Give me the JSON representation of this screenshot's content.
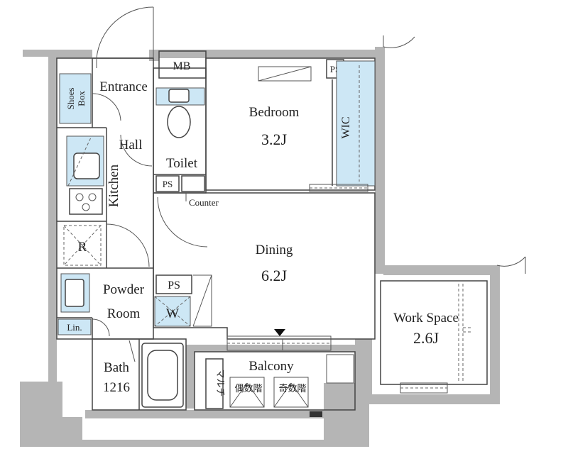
{
  "rooms": {
    "mb": "MB",
    "ps_top": "PS",
    "shoes_box_line1": "Shoes",
    "shoes_box_line2": "Box",
    "entrance": "Entrance",
    "hall": "Hall",
    "kitchen": "Kitchen",
    "toilet": "Toilet",
    "ps_toilet": "PS",
    "counter": "Counter",
    "bedroom": "Bedroom",
    "bedroom_size": "3.2J",
    "wic": "WIC",
    "refrigerator": "R",
    "dining": "Dining",
    "dining_size": "6.2J",
    "powder_room_line1": "Powder",
    "powder_room_line2": "Room",
    "ps_powder": "PS",
    "washer": "W",
    "linen": "Lin.",
    "bath_line1": "Bath",
    "bath_line2": "1216",
    "balcony": "Balcony",
    "multi": "マルチ",
    "even_floors": "偶数階",
    "odd_floors": "奇数階",
    "work_space": "Work Space",
    "work_space_size": "2.6J"
  }
}
